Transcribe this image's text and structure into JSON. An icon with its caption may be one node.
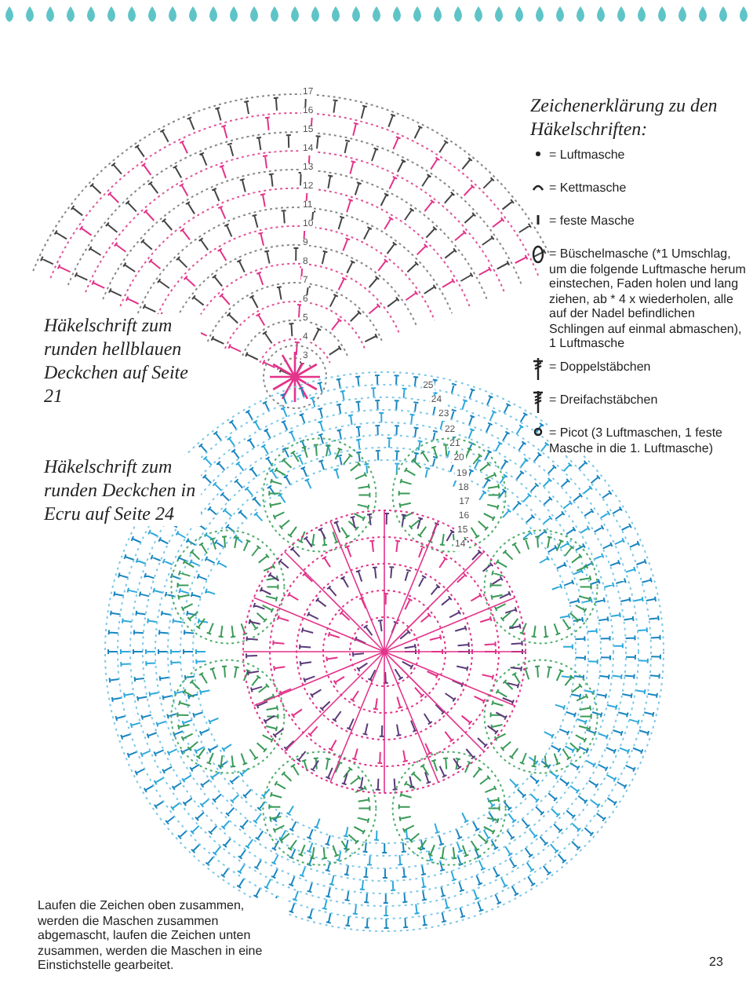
{
  "diagram": {
    "labels": [
      "17",
      "16",
      "15",
      "14",
      "13",
      "12",
      "11",
      "10",
      "9",
      "8",
      "7",
      "6",
      "5",
      "4",
      "3",
      "Zeichenerklärung zu den Häkelschriften:",
      "Häkelschrift zum runden hellblauen Deckchen auf Seite 21",
      "Häkelschrift zum runden Deckchen in Ecru auf Seite 24",
      "25",
      "24",
      "23",
      "22",
      "21",
      "20",
      "19",
      "18",
      "17",
      "16",
      "15",
      "14",
      "Laufen die Zeichen oben zusammen, werden die Maschen zusammen abgemascht, laufen die Zeichen unten zusammen, werden die Maschen in eine Einstichstelle gearbeitet.",
      "23"
    ],
    "legend": [
      {
        "text": "= Luftmasche"
      },
      {
        "text": "= Kettmasche"
      },
      {
        "text": "= feste Masche"
      },
      {
        "text": "= Büschelmasche (*1 Umschlag, um die folgende Luftmasche herum einstechen, Faden holen und lang ziehen, ab * 4 x wiederholen, alle auf der Nadel befindlichen Schlingen auf einmal abmaschen), 1 Luftmasche"
      },
      {
        "text": "= Doppelstäbchen"
      },
      {
        "text": "= Dreifachstäbchen"
      },
      {
        "text": "= Picot (3 Luftmaschen, 1 feste Masche in die 1. Luftmasche)"
      }
    ]
  }
}
